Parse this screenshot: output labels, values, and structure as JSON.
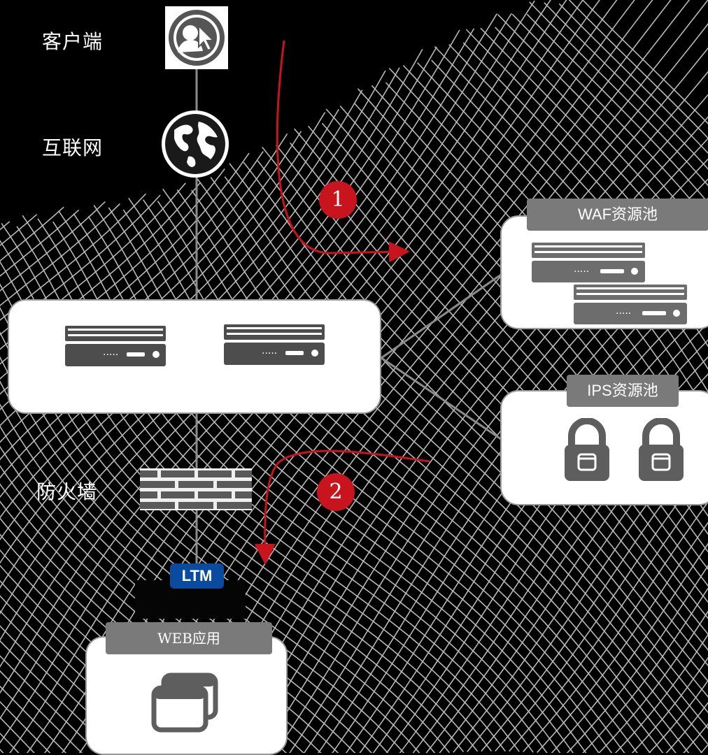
{
  "labels": {
    "client": "客户端",
    "internet": "互联网",
    "firewall": "防火墙"
  },
  "pools": {
    "waf": "WAF资源池",
    "ips": "IPS资源池",
    "web": "WEB应用"
  },
  "ltm_badge": "LTM",
  "steps": [
    "1",
    "2"
  ],
  "colors": {
    "background": "#000000",
    "grid_lines": "#d9d9d9",
    "panel": "#ffffff",
    "device": "#4d4d4d",
    "tag": "#7a7a7a",
    "flow_arrow": "#c8141c",
    "ltm": "#0a4a9f"
  },
  "icons": [
    "user-cursor-icon",
    "globe-icon",
    "server-icon",
    "firewall-brick-icon",
    "lock-icon",
    "windows-icon"
  ]
}
